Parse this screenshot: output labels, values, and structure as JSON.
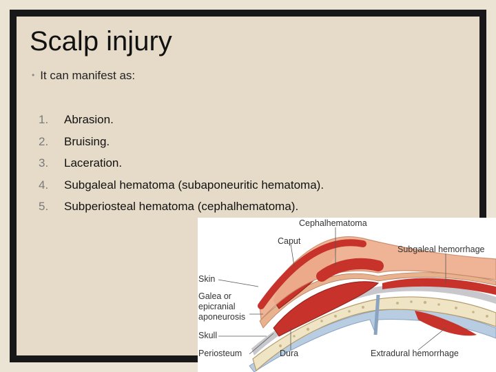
{
  "slide": {
    "title": "Scalp injury",
    "intro": "It can manifest as:",
    "items": [
      {
        "num": "1.",
        "text": "Abrasion."
      },
      {
        "num": "2.",
        "text": "Bruising."
      },
      {
        "num": "3.",
        "text": "Laceration."
      },
      {
        "num": "4.",
        "text": "Subgaleal hematoma (subaponeuritic hematoma)."
      },
      {
        "num": "5.",
        "text": "Subperiosteal hematoma (cephalhematoma)."
      }
    ]
  },
  "figure": {
    "labels": {
      "cephalhematoma": "Cephalhematoma",
      "caput": "Caput",
      "subgaleal": "Subgaleal hemorrhage",
      "skin": "Skin",
      "galea1": "Galea or",
      "galea2": "epicranial",
      "galea3": "aponeurosis",
      "skull": "Skull",
      "periosteum": "Periosteum",
      "dura": "Dura",
      "extradural": "Extradural hemorrhage"
    }
  }
}
